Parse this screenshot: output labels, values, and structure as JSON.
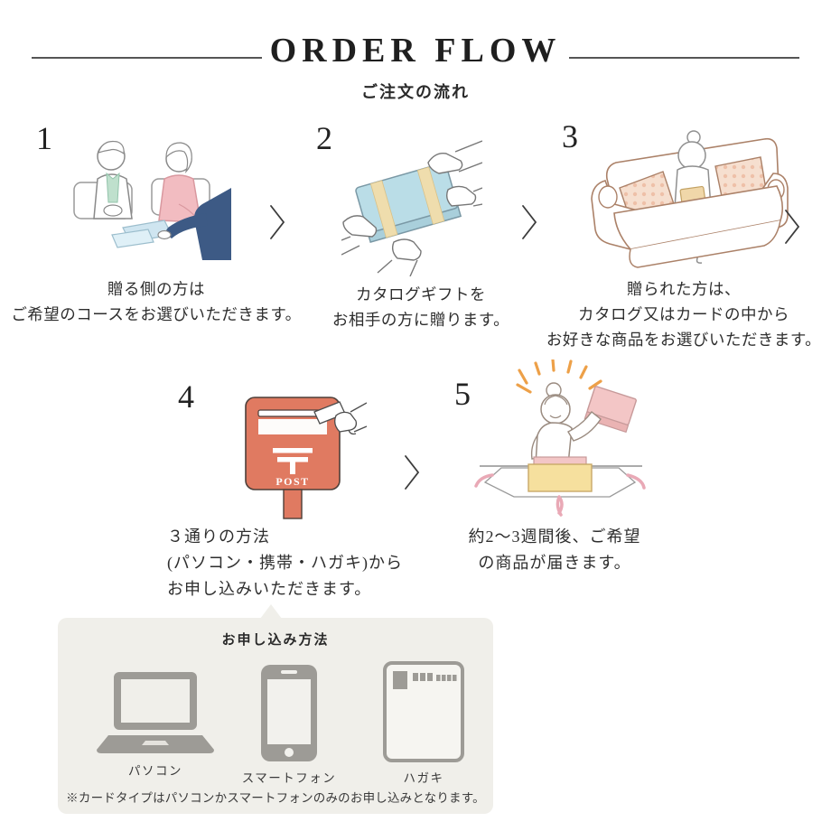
{
  "header": {
    "title": "ORDER FLOW",
    "subtitle": "ご注文の流れ"
  },
  "steps": [
    {
      "number": "1",
      "illustration": "couple-choosing-course",
      "caption_lines": [
        "贈る側の方は",
        "ご希望のコースをお選びいただきます。"
      ]
    },
    {
      "number": "2",
      "illustration": "handing-over-gift-box",
      "caption_lines": [
        "カタログギフトを",
        "お相手の方に贈ります。"
      ]
    },
    {
      "number": "3",
      "illustration": "recipient-reading-catalog-on-sofa",
      "caption_lines": [
        "贈られた方は、",
        "カタログ又はカードの中から",
        "お好きな商品をお選びいただきます。"
      ]
    },
    {
      "number": "4",
      "illustration": "mailing-at-red-post-box",
      "sign_text": "POST",
      "caption_lines": [
        "３通りの方法",
        "(パソコン・携帯・ハガキ)から",
        "お申し込みいただきます。"
      ]
    },
    {
      "number": "5",
      "illustration": "receiving-and-opening-gift",
      "caption_lines": [
        "約2〜3週間後、ご希望",
        "の商品が届きます。"
      ]
    }
  ],
  "application_box": {
    "title": "お申し込み方法",
    "methods": [
      {
        "icon": "laptop-icon",
        "label": "パソコン"
      },
      {
        "icon": "smartphone-icon",
        "label": "スマートフォン"
      },
      {
        "icon": "postcard-icon",
        "label": "ハガキ"
      }
    ],
    "note": "※カードタイプはパソコンかスマートフォンのみのお申し込みとなります。"
  },
  "colors": {
    "postbox_red": "#e07a61",
    "gift_blue": "#badde7",
    "ribbon_cream": "#efddad",
    "sofa_sepia": "#ab8168",
    "gift_pink": "#f3c6c6",
    "spark_orange": "#eda048",
    "icon_gray": "#9d9b96",
    "box_background": "#f0efea",
    "text": "#2a2a2a"
  }
}
